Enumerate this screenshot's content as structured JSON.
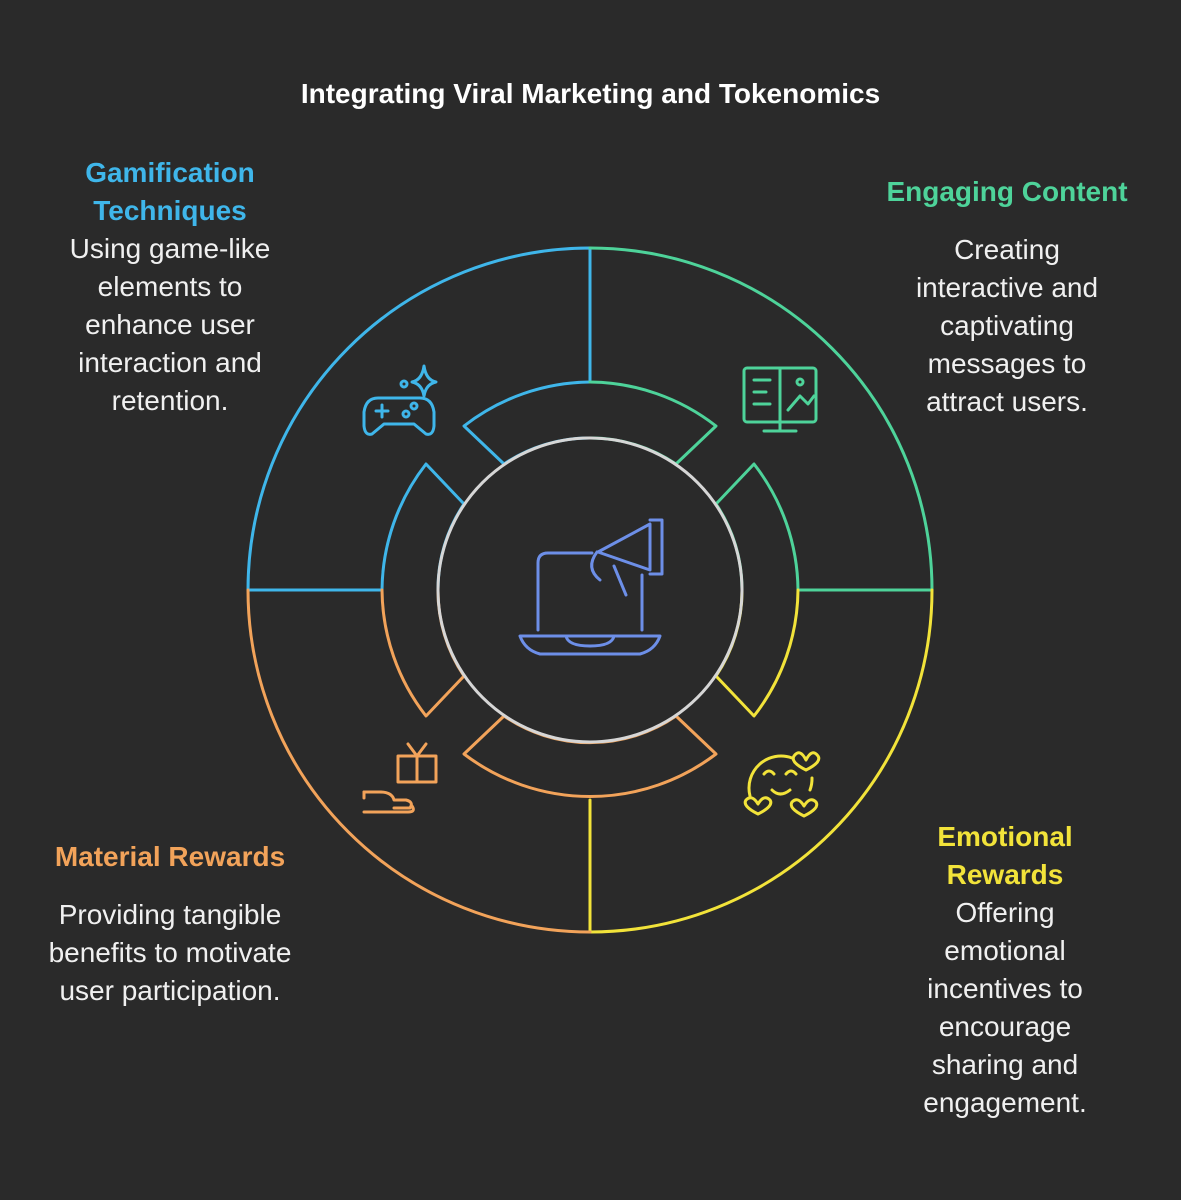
{
  "title": "Integrating Viral Marketing and Tokenomics",
  "colors": {
    "background": "#2a2a2a",
    "blue": "#3fb6ea",
    "green": "#4ed39a",
    "yellow": "#f2e33a",
    "orange": "#f2a35a",
    "center_ring": "#d6d6d6",
    "center_icon": "#6d8fe8"
  },
  "sections": [
    {
      "heading": "Gamification Techniques",
      "description": "Using game-like elements to enhance user interaction and retention.",
      "icon": "gamepad-icon",
      "color": "#3fb6ea"
    },
    {
      "heading": "Engaging Content",
      "description": "Creating interactive and captivating messages to attract users.",
      "icon": "monitor-content-icon",
      "color": "#4ed39a"
    },
    {
      "heading": "Material Rewards",
      "description": "Providing tangible benefits to motivate user participation.",
      "icon": "gift-hand-icon",
      "color": "#f2a35a"
    },
    {
      "heading": "Emotional Rewards",
      "description": "Offering emotional incentives to encourage sharing and engagement.",
      "icon": "smiley-hearts-icon",
      "color": "#f2e33a"
    }
  ],
  "center_icon": "laptop-megaphone-icon"
}
